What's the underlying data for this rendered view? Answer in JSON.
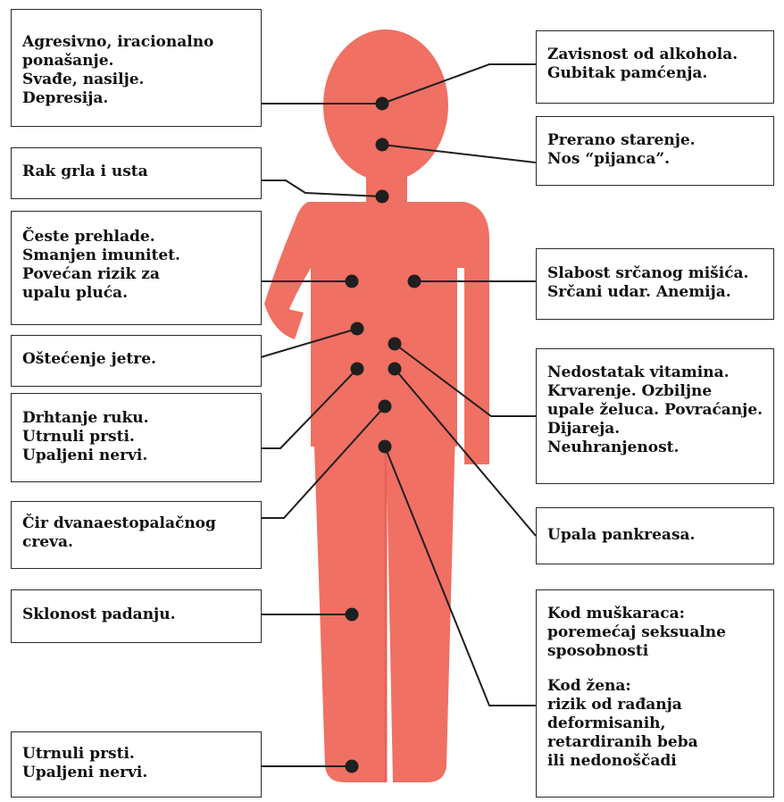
{
  "colors": {
    "body": "#F07063",
    "dot": "#1F1F1F",
    "connector": "#1F1F1F",
    "box_border": "#2A2A2A",
    "text": "#111111"
  },
  "boxes": {
    "brain": [
      "Agresivno, iracionalno",
      "ponašanje.",
      "Svađe, nasilje.",
      "Depresija."
    ],
    "alcohol": [
      "Zavisnost od alkohola.",
      "Gubitak pamćenja."
    ],
    "aging": [
      "Prerano starenje.",
      "Nos “pijanca”."
    ],
    "throat": [
      "Rak grla i usta"
    ],
    "lungs": [
      "Česte prehlade.",
      "Smanjen imunitet.",
      "Povećan rizik za",
      "upalu pluća."
    ],
    "heart": [
      "Slabost srčanog mišića.",
      "Srčani udar. Anemija."
    ],
    "liver": [
      "Oštećenje jetre."
    ],
    "stomach": [
      "Nedostatak vitamina.",
      "Krvarenje. Ozbiljne",
      "upale želuca. Povraćanje.",
      "Dijareja.",
      "Neuhranjenost."
    ],
    "nerves_hands": [
      "Drhtanje ruku.",
      "Utrnuli prsti.",
      "Upaljeni nervi."
    ],
    "pancreas": [
      "Upala pankreasa."
    ],
    "duodenum": [
      "Čir dvanaestopalačnog",
      "creva."
    ],
    "falls": [
      "Sklonost padanju."
    ],
    "reproductive_men": [
      "Kod muškaraca:",
      "poremećaj seksualne",
      "sposobnosti"
    ],
    "reproductive_women": [
      "Kod žena:",
      "rizik od rađanja",
      "deformisanih,",
      "retardiranih beba",
      "ili nedonoščadi"
    ],
    "nerves_feet": [
      "Utrnuli prsti.",
      "Upaljeni nervi."
    ]
  }
}
